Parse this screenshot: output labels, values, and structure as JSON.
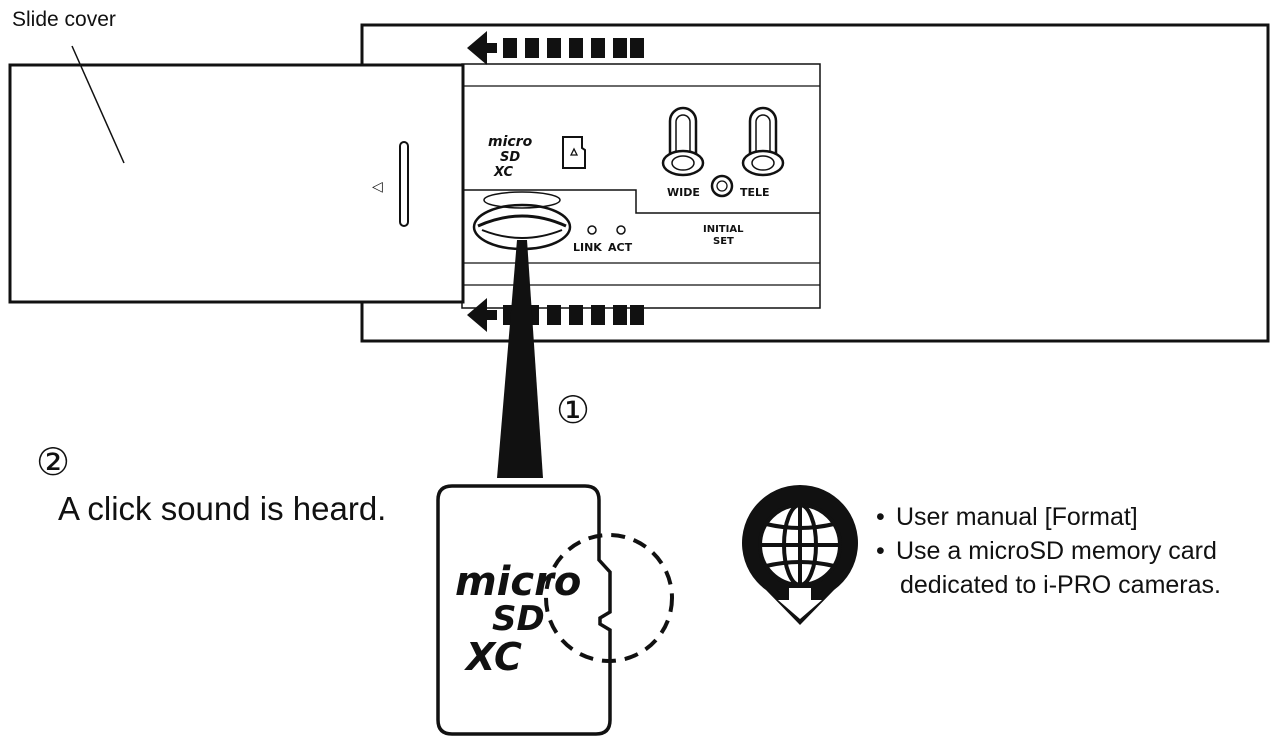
{
  "labels": {
    "slide_cover": "Slide cover",
    "step1": "①",
    "step2": "②",
    "click_sound": "A click sound is heard."
  },
  "panel": {
    "wide": "WIDE",
    "tele": "TELE",
    "initial_set_line1": "INITIAL",
    "initial_set_line2": "SET",
    "link": "LINK",
    "act": "ACT",
    "cover_arrow": "◁"
  },
  "card": {
    "logo_micro": "micro",
    "logo_sd": "SD",
    "logo_xc": "XC"
  },
  "panel_logo": {
    "micro": "micro",
    "sd": "SD",
    "xc": "XC"
  },
  "notes": {
    "line1": "User manual [Format]",
    "line2": "Use a microSD memory card",
    "line3": "dedicated to i-PRO cameras."
  },
  "icons": [
    "globe-download-icon",
    "arrow-left-icon",
    "dashed-circle-icon"
  ],
  "colors": {
    "ink": "#111111",
    "background": "#ffffff"
  }
}
